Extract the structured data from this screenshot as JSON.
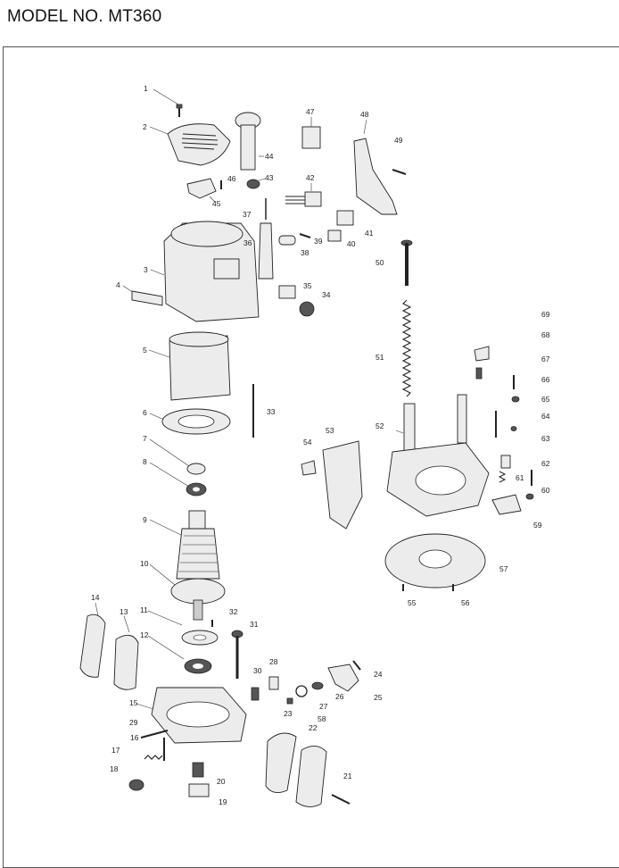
{
  "header": {
    "model_title": "MODEL NO. MT360"
  },
  "parts": {
    "p1": "1",
    "p2": "2",
    "p3": "3",
    "p4": "4",
    "p5": "5",
    "p6": "6",
    "p7": "7",
    "p8": "8",
    "p9": "9",
    "p10": "10",
    "p11": "11",
    "p12": "12",
    "p13": "13",
    "p14": "14",
    "p15": "15",
    "p16": "16",
    "p17": "17",
    "p18": "18",
    "p19": "19",
    "p20": "20",
    "p21": "21",
    "p22": "22",
    "p23": "23",
    "p24": "24",
    "p25": "25",
    "p26": "26",
    "p27": "27",
    "p28": "28",
    "p29": "29",
    "p30": "30",
    "p31": "31",
    "p32": "32",
    "p33": "33",
    "p34": "34",
    "p35": "35",
    "p36": "36",
    "p37": "37",
    "p38": "38",
    "p39": "39",
    "p40": "40",
    "p41": "41",
    "p42": "42",
    "p43": "43",
    "p44": "44",
    "p45": "45",
    "p46": "46",
    "p47": "47",
    "p48": "48",
    "p49": "49",
    "p50": "50",
    "p51": "51",
    "p52": "52",
    "p53": "53",
    "p54": "54",
    "p55": "55",
    "p56": "56",
    "p57": "57",
    "p58": "58",
    "p59": "59",
    "p60": "60",
    "p61": "61",
    "p62": "62",
    "p63": "63",
    "p64": "64",
    "p65": "65",
    "p66": "66",
    "p67": "67",
    "p68": "68",
    "p69": "69"
  }
}
